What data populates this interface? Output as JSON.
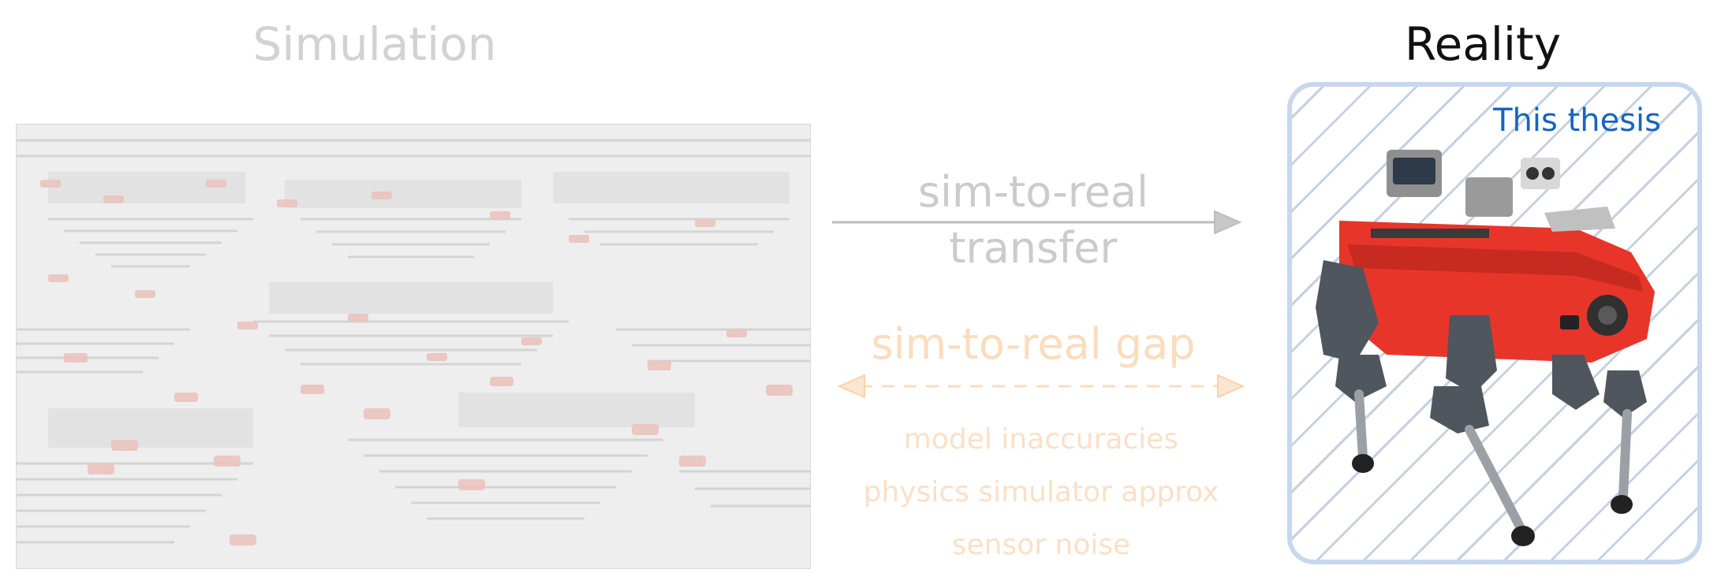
{
  "simulation": {
    "title": "Simulation"
  },
  "reality": {
    "title": "Reality",
    "label": "This thesis"
  },
  "transfer": {
    "line1": "sim-to-real",
    "line2": "transfer"
  },
  "gap": {
    "title": "sim-to-real gap",
    "reasons": [
      "model inaccuracies",
      "physics simulator approx",
      "sensor noise"
    ]
  },
  "colors": {
    "simulation_text": "#d2d2d2",
    "reality_text": "#111111",
    "transfer_text": "#cbcbcb",
    "gap_text": "#fbdcbc",
    "thesis_label": "#1565c0",
    "reality_border": "#c8d7ee",
    "robot_red": "#e8352a"
  }
}
